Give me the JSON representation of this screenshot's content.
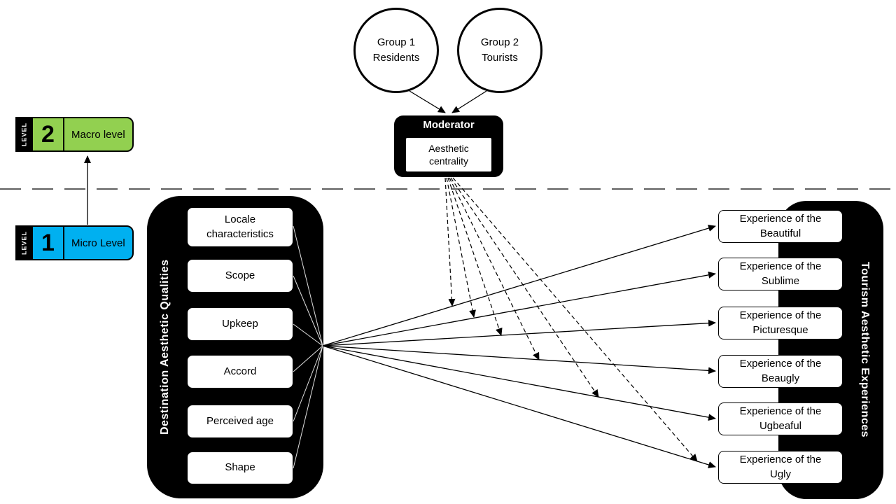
{
  "groups": [
    {
      "label": "Group 1\nResidents"
    },
    {
      "label": "Group 2\nTourists"
    }
  ],
  "moderator": {
    "title": "Moderator",
    "variable": "Aesthetic\ncentrality"
  },
  "levels": [
    {
      "word": "LEVEL",
      "number": "2",
      "label": "Macro level",
      "color": "#92D050"
    },
    {
      "word": "LEVEL",
      "number": "1",
      "label": "Micro Level",
      "color": "#00B0F0"
    }
  ],
  "left_panel": {
    "title": "Destination Aesthetic Qualities",
    "items": [
      "Locale\ncharacteristics",
      "Scope",
      "Upkeep",
      "Accord",
      "Perceived age",
      "Shape"
    ]
  },
  "right_panel": {
    "title": "Tourism Aesthetic Experiences",
    "items": [
      "Experience of the\nBeautiful",
      "Experience of the\nSublime",
      "Experience of the\nPicturesque",
      "Experience of the\nBeaugly",
      "Experience of the\nUgbeaful",
      "Experience of the\nUgly"
    ]
  },
  "colors": {
    "panel_black": "#000000",
    "macro_green": "#92D050",
    "micro_blue": "#00B0F0"
  }
}
